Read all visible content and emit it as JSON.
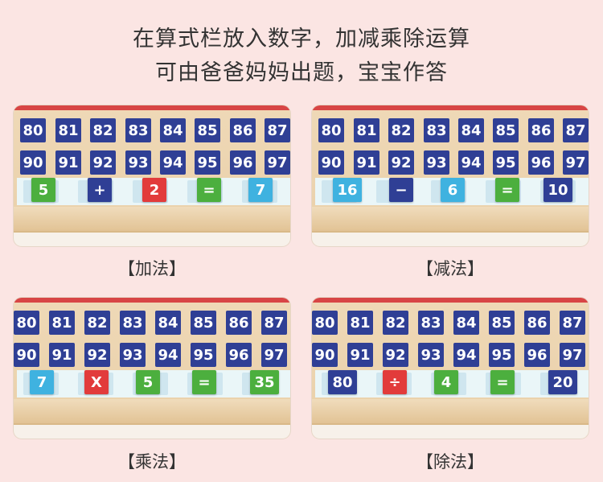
{
  "title": {
    "line1": "在算式栏放入数字，加减乘除运算",
    "line2": "可由爸爸妈妈出题，宝宝作答"
  },
  "number_rows": {
    "row1": [
      "80",
      "81",
      "82",
      "83",
      "84",
      "85",
      "86",
      "87"
    ],
    "row2": [
      "90",
      "91",
      "92",
      "93",
      "94",
      "95",
      "96",
      "97"
    ]
  },
  "panels": {
    "addition": {
      "caption": "【加法】",
      "expr": [
        "5",
        "+",
        "2",
        "=",
        "7"
      ],
      "colors": [
        "#4caf3e",
        "#2f3f95",
        "#e23b3b",
        "#4caf3e",
        "#3fb2e0"
      ]
    },
    "subtraction": {
      "caption": "【减法】",
      "expr": [
        "16",
        "−",
        "6",
        "=",
        "10"
      ],
      "colors": [
        "#3fb2e0",
        "#2f3f95",
        "#3fb2e0",
        "#4caf3e",
        "#2f3f95"
      ]
    },
    "multiplication": {
      "caption": "【乘法】",
      "expr": [
        "7",
        "X",
        "5",
        "=",
        "35"
      ],
      "colors": [
        "#3fb2e0",
        "#e23b3b",
        "#4caf3e",
        "#4caf3e",
        "#4caf3e"
      ]
    },
    "division": {
      "caption": "【除法】",
      "expr": [
        "80",
        "÷",
        "4",
        "=",
        "20"
      ],
      "colors": [
        "#2f3f95",
        "#e23b3b",
        "#4caf3e",
        "#4caf3e",
        "#2f3f95"
      ]
    }
  },
  "colors": {
    "background": "#fbe5e3",
    "tile_blue": "#2f3f95",
    "board_wood": "#efd9b7",
    "top_red": "#d84545"
  }
}
